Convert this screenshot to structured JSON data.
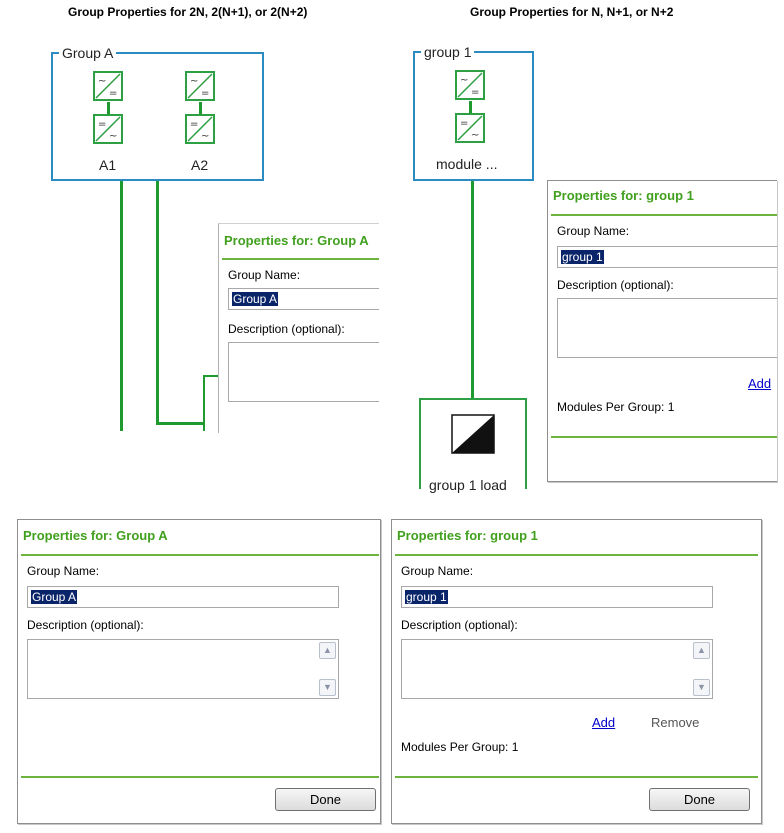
{
  "headings": {
    "left": "Group Properties for 2N, 2(N+1), or 2(N+2)",
    "right": "Group Properties for N, N+1, or N+2"
  },
  "diagram_left": {
    "group_label": "Group A",
    "modules": [
      {
        "caption": "A1",
        "top_icon": "ac-dc-converter-icon",
        "bottom_icon": "dc-ac-converter-icon"
      },
      {
        "caption": "A2",
        "top_icon": "ac-dc-converter-icon",
        "bottom_icon": "dc-ac-converter-icon"
      }
    ]
  },
  "diagram_right": {
    "group_label": "group 1",
    "module_caption": "module ...",
    "load_label": "group 1 load",
    "load_icon": "load-icon"
  },
  "panel_group_a": {
    "title": "Properties for: Group A",
    "name_label": "Group Name:",
    "name_value": "Group A",
    "desc_label": "Description (optional):",
    "done_label": "Done"
  },
  "panel_group_1": {
    "title": "Properties for: group 1",
    "name_label": "Group Name:",
    "name_value": "group 1",
    "desc_label": "Description (optional):",
    "add_label": "Add",
    "remove_label": "Remove",
    "modules_per_group": "Modules Per Group: 1",
    "done_label": "Done"
  },
  "colors": {
    "group_border": "#2a8cc0",
    "wire": "#1e9a2e",
    "title_green": "#41a01e",
    "selection": "#0a246a",
    "link": "#0000cc"
  }
}
